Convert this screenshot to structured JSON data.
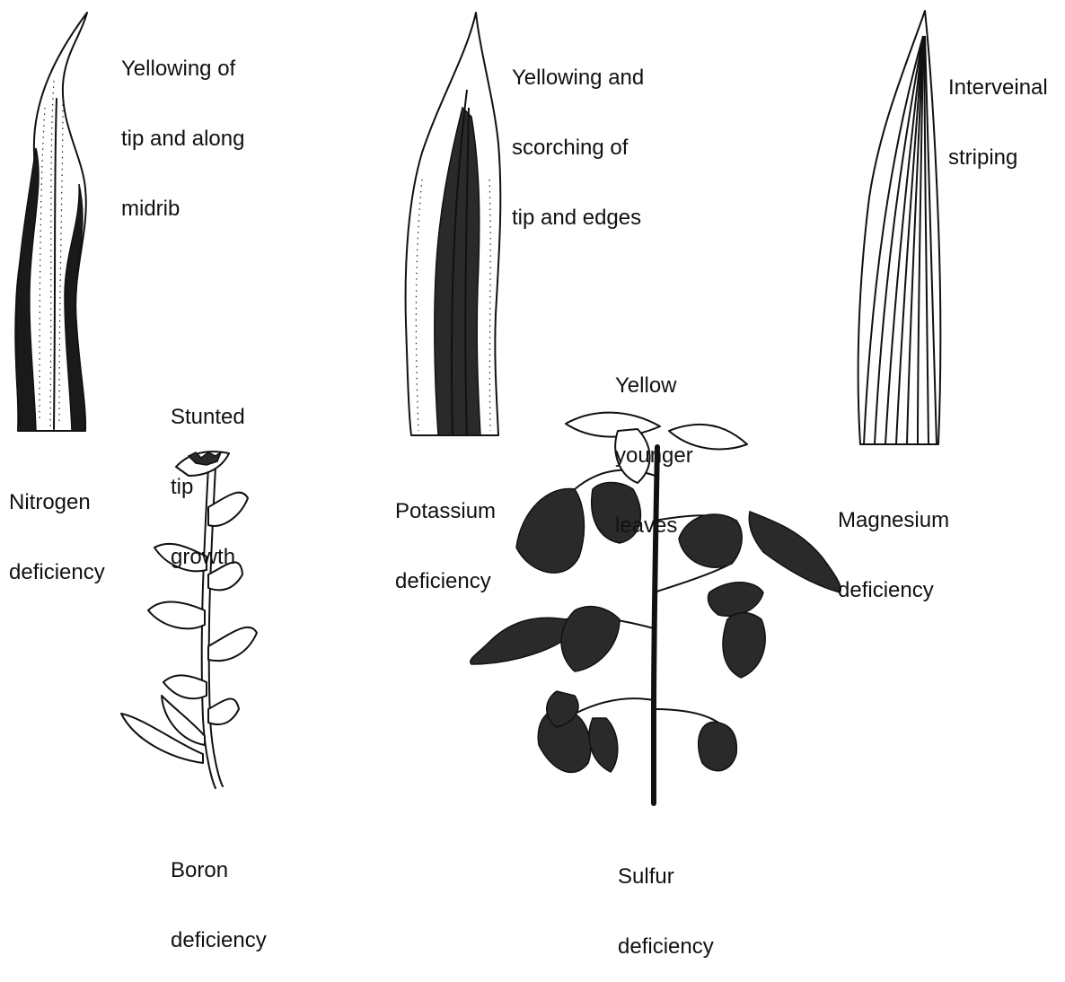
{
  "nitrogen": {
    "annotation": [
      "Yellowing of",
      "tip and along",
      "midrib"
    ],
    "caption": [
      "Nitrogen",
      "deficiency"
    ]
  },
  "potassium": {
    "annotation": [
      "Yellowing and",
      "scorching of",
      "tip and edges"
    ],
    "caption": [
      "Potassium",
      "deficiency"
    ]
  },
  "magnesium": {
    "annotation": [
      "Interveinal",
      "striping"
    ],
    "caption": [
      "Magnesium",
      "deficiency"
    ]
  },
  "boron": {
    "annotation": [
      "Stunted",
      "tip",
      "growth"
    ],
    "caption": [
      "Boron",
      "deficiency"
    ]
  },
  "sulfur": {
    "annotation": [
      "Yellow",
      "younger",
      "leaves"
    ],
    "caption": [
      "Sulfur",
      "deficiency"
    ]
  }
}
